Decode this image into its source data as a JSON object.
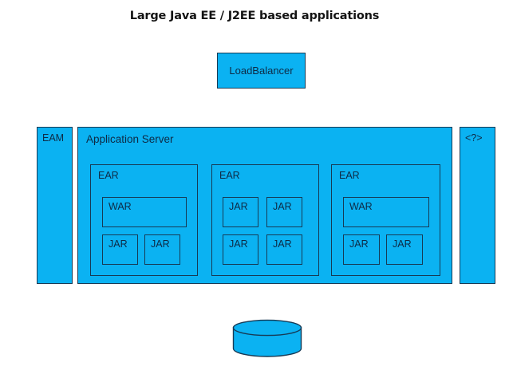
{
  "title": "Large Java EE / J2EE based applications",
  "colors": {
    "node_fill": "#0bb2f2",
    "node_stroke": "#173a55",
    "label_text": "#0e2a45",
    "title_text": "#141414",
    "page_background": "#ffffff"
  },
  "load_balancer": {
    "label": "LoadBalancer"
  },
  "left_component": {
    "label": "EAM"
  },
  "right_component": {
    "label": "<?>"
  },
  "app_server": {
    "label": "Application Server",
    "ears": [
      {
        "label": "EAR",
        "layout": "war-top",
        "modules": [
          {
            "label": "WAR"
          },
          {
            "label": "JAR"
          },
          {
            "label": "JAR"
          }
        ]
      },
      {
        "label": "EAR",
        "layout": "jar-grid",
        "modules": [
          {
            "label": "JAR"
          },
          {
            "label": "JAR"
          },
          {
            "label": "JAR"
          },
          {
            "label": "JAR"
          }
        ]
      },
      {
        "label": "EAR",
        "layout": "war-top",
        "modules": [
          {
            "label": "WAR"
          },
          {
            "label": "JAR"
          },
          {
            "label": "JAR"
          }
        ]
      }
    ]
  },
  "database": {
    "label": "",
    "icon": "database-cylinder-icon"
  }
}
